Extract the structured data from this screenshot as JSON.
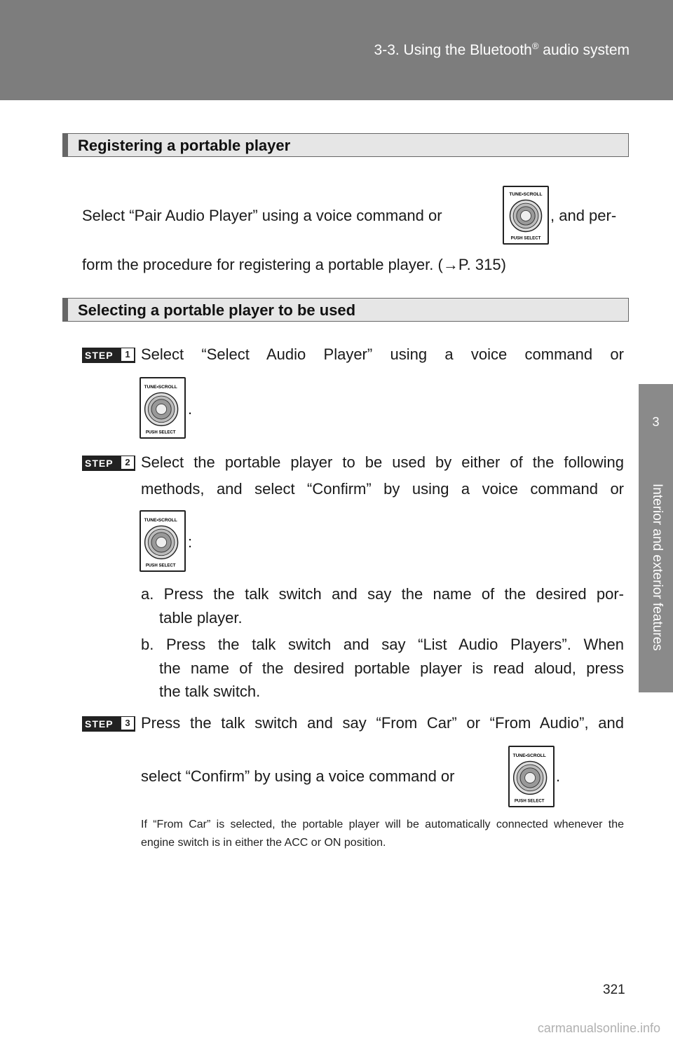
{
  "header": {
    "title": "3-3. Using the Bluetooth",
    "sup": "®",
    "title_end": " audio system"
  },
  "side": {
    "chapter_num": "3",
    "chapter_label": "Interior and exterior features"
  },
  "sections": [
    {
      "heading": "Registering a portable player"
    },
    {
      "heading": "Selecting a portable player to be used"
    }
  ],
  "register": {
    "line1_a": "Select “Pair Audio Player” using a voice command or",
    "line1_b": ", and per-",
    "line2": "form the procedure for registering a portable player. (→P. 315)"
  },
  "knob": {
    "top": "TUNE•SCROLL",
    "bottom": "PUSH SELECT"
  },
  "steps": [
    {
      "label": "STEP",
      "num": "1",
      "line1": "Select “Select Audio Player” using a voice command or",
      "after": "."
    },
    {
      "label": "STEP",
      "num": "2",
      "line1": "Select the portable player to be used by either of the following",
      "line2": "methods, and select “Confirm” by using a voice command or",
      "after": ":"
    },
    {
      "label": "STEP",
      "num": "3",
      "line1": "Press the talk switch and say “From Car” or “From Audio”, and",
      "line2": "select “Confirm” by using a voice command or",
      "after": "."
    }
  ],
  "methods": {
    "a_1": "a. Press the talk switch and say the name of the desired por-",
    "a_2": "table player.",
    "b_1": "b. Press the talk switch and say “List Audio Players”. When",
    "b_2": "the name of the desired portable player is read aloud, press",
    "b_3": "the talk switch."
  },
  "note": "If “From Car” is selected, the portable player will be automatically connected whenever the engine switch is in either the ACC or ON position.",
  "page_number": "321",
  "watermark": "carmanualsonline.info"
}
